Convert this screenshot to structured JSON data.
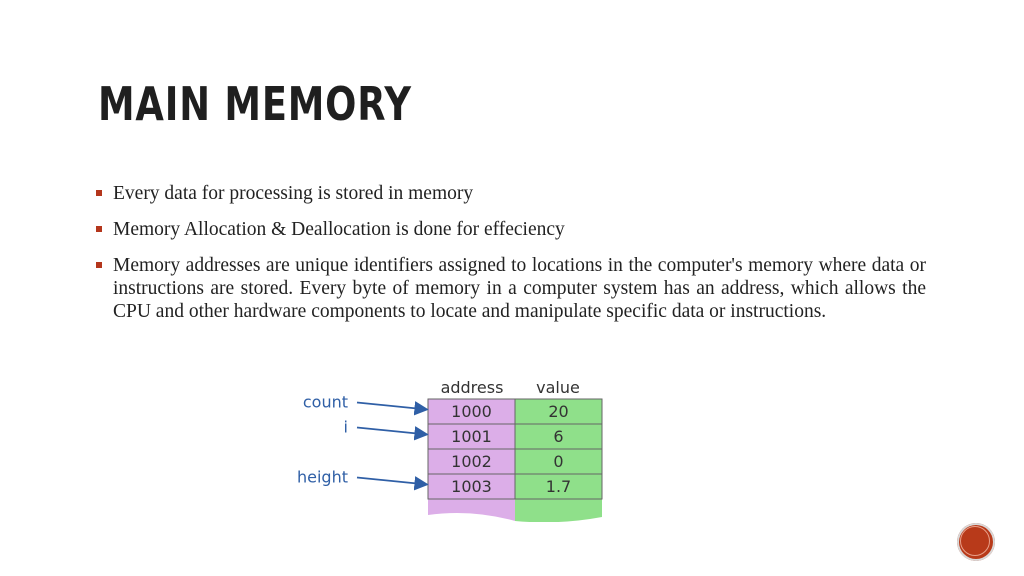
{
  "slide": {
    "title": "MAIN MEMORY",
    "bullets": [
      "Every data for processing is stored in memory",
      "Memory Allocation & Deallocation is done for effeciency",
      "Memory addresses are unique identifiers assigned to locations in the computer's memory where data or instructions are stored. Every byte of memory in a computer system has an address, which allows the CPU and other hardware components to locate and manipulate specific data or instructions."
    ]
  },
  "diagram": {
    "headers": {
      "address": "address",
      "value": "value"
    },
    "rows": [
      {
        "address": "1000",
        "value": "20"
      },
      {
        "address": "1001",
        "value": "6"
      },
      {
        "address": "1002",
        "value": "0"
      },
      {
        "address": "1003",
        "value": "1.7"
      }
    ],
    "pointers": [
      {
        "label": "count",
        "row": 0
      },
      {
        "label": "i",
        "row": 1
      },
      {
        "label": "height",
        "row": 3
      }
    ],
    "colors": {
      "address_fill": "#dcaee8",
      "value_fill": "#8fe08a",
      "border": "#666666",
      "arrow": "#2f5fa6",
      "label": "#2f5fa6",
      "text": "#333333"
    }
  },
  "accent": {
    "bullet_color": "#b4361c",
    "badge_color": "#b83a1a"
  }
}
